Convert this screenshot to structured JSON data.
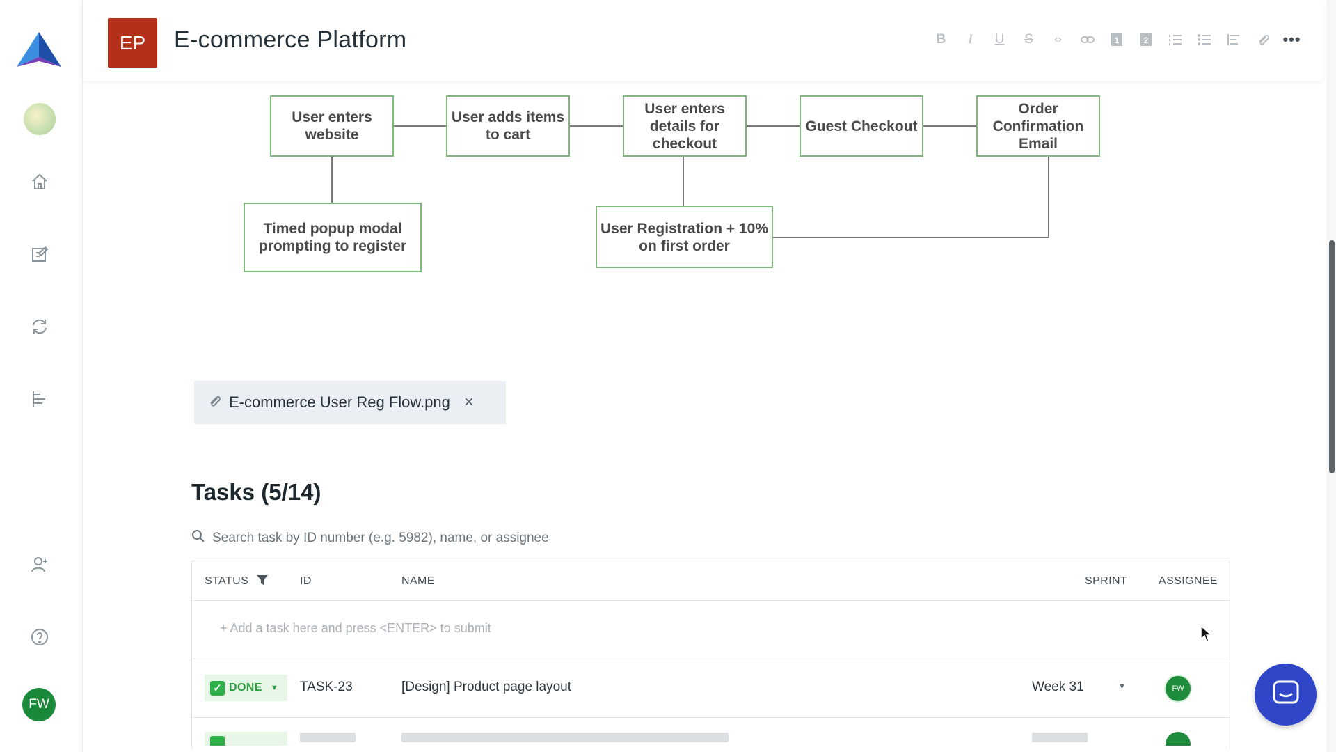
{
  "project": {
    "badge": "EP",
    "title": "E-commerce Platform",
    "badge_color": "#b5301a"
  },
  "toolbar": {
    "items": [
      "bold-icon",
      "italic-icon",
      "underline-icon",
      "strikethrough-icon",
      "code-icon",
      "link-icon",
      "heading-1-icon",
      "heading-2-icon",
      "ordered-list-icon",
      "bullet-list-icon",
      "align-icon",
      "attach-icon"
    ],
    "more": "•••"
  },
  "sidebar": {
    "items": [
      "home-icon",
      "edit-notes-icon",
      "sync-icon",
      "roadmap-icon",
      "add-user-icon",
      "help-icon"
    ],
    "user_initials": "FW"
  },
  "flowchart": {
    "nodes": {
      "n1": "User enters website",
      "n2": "User adds items to cart",
      "n3": "User enters details for checkout",
      "n4": "Guest Checkout",
      "n5": "Order Confirmation Email",
      "n6": "Timed popup modal prompting to register",
      "n7": "User Registration + 10% on first order"
    },
    "border_color": "#7eb87a"
  },
  "attachment": {
    "file_name": "E-commerce User Reg Flow.png"
  },
  "tasks": {
    "title": "Tasks (5/14)",
    "search_placeholder": "Search task by ID number (e.g. 5982), name, or assignee",
    "columns": {
      "status": "STATUS",
      "id": "ID",
      "name": "NAME",
      "sprint": "SPRINT",
      "assignee": "ASSIGNEE"
    },
    "add_placeholder": "+ Add a task here and press <ENTER> to submit",
    "rows": [
      {
        "status": "DONE",
        "id": "TASK-23",
        "name": "[Design] Product page layout",
        "sprint": "Week 31",
        "assignee": "FW"
      }
    ],
    "status_done_color": "#2fb14a"
  },
  "chat": {
    "color": "#2f46c9"
  }
}
